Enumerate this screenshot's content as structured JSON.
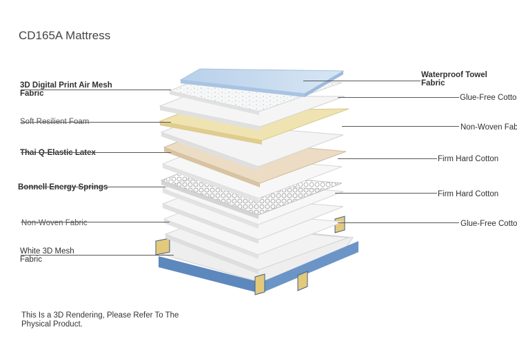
{
  "title": "CD165A Mattress",
  "left_labels": [
    "3D Digital Print Air Mesh Fabric",
    "Soft Resilient Foam",
    "Thai Q-Elastic Latex",
    "Bonnell Energy Springs",
    "Non-Woven Fabric",
    "White 3D Mesh Fabric"
  ],
  "right_labels": [
    "Waterproof Towel Fabric",
    "Glue-Free Cotton",
    "Non-Woven Fabric",
    "Firm Hard Cotton",
    "Firm Hard Cotton",
    "Glue-Free Cotton"
  ],
  "note": "This Is a 3D Rendering, Please Refer To The Physical Product.",
  "colors": {
    "top_layer": "#c8dcef",
    "foam": "#efe2b0",
    "latex": "#ead8bd",
    "white_layer": "#f4f4f4",
    "base_blue": "#5b87bd",
    "base_gold": "#e2c878"
  }
}
